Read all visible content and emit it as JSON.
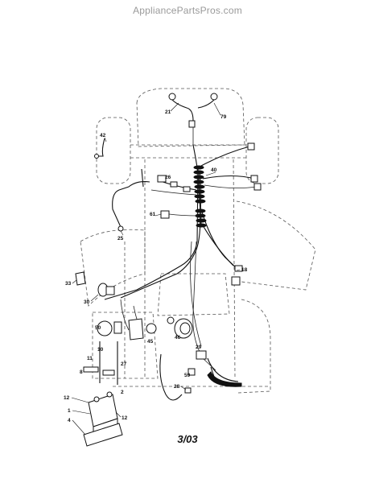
{
  "watermark": "AppliancePartsPros.com",
  "footer": "3/03",
  "callouts": [
    {
      "id": "c21",
      "text": "21"
    },
    {
      "id": "c79",
      "text": "79"
    },
    {
      "id": "c42",
      "text": "42"
    },
    {
      "id": "c40",
      "text": "40"
    },
    {
      "id": "c26",
      "text": "26"
    },
    {
      "id": "c61",
      "text": "61"
    },
    {
      "id": "c25",
      "text": "25"
    },
    {
      "id": "c18",
      "text": "18"
    },
    {
      "id": "c33",
      "text": "33"
    },
    {
      "id": "c30",
      "text": "30"
    },
    {
      "id": "c50",
      "text": "50"
    },
    {
      "id": "c45",
      "text": "45"
    },
    {
      "id": "c46",
      "text": "46"
    },
    {
      "id": "c29",
      "text": "29"
    },
    {
      "id": "c10",
      "text": "10"
    },
    {
      "id": "c11",
      "text": "11"
    },
    {
      "id": "c8",
      "text": "8"
    },
    {
      "id": "c12a",
      "text": "12"
    },
    {
      "id": "c1",
      "text": "1"
    },
    {
      "id": "c4",
      "text": "4"
    },
    {
      "id": "c12b",
      "text": "12"
    },
    {
      "id": "c28",
      "text": "28"
    },
    {
      "id": "c59",
      "text": "59"
    },
    {
      "id": "c27",
      "text": "27"
    },
    {
      "id": "c2",
      "text": "2"
    }
  ]
}
